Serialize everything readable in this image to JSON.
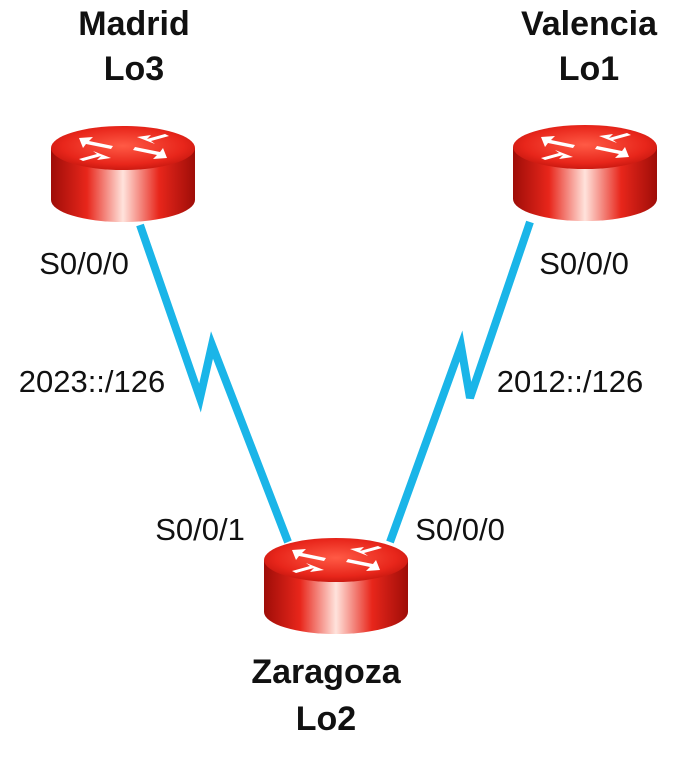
{
  "colors": {
    "link": "#1ab5e8",
    "router_top": "#ef2a1f",
    "router_dark": "#b0100a",
    "router_highlight": "#ffe3dc",
    "arrow": "#ffffff",
    "text": "#111111"
  },
  "routers": [
    {
      "id": "madrid",
      "name": "Madrid",
      "loopback": "Lo3",
      "icon": "router-icon"
    },
    {
      "id": "valencia",
      "name": "Valencia",
      "loopback": "Lo1",
      "icon": "router-icon"
    },
    {
      "id": "zaragoza",
      "name": "Zaragoza",
      "loopback": "Lo2",
      "icon": "router-icon"
    }
  ],
  "links": [
    {
      "from": "madrid",
      "to": "zaragoza",
      "network": "2023::/126",
      "from_interface": "S0/0/0",
      "to_interface": "S0/0/1"
    },
    {
      "from": "valencia",
      "to": "zaragoza",
      "network": "2012::/126",
      "from_interface": "S0/0/0",
      "to_interface": "S0/0/0"
    }
  ]
}
